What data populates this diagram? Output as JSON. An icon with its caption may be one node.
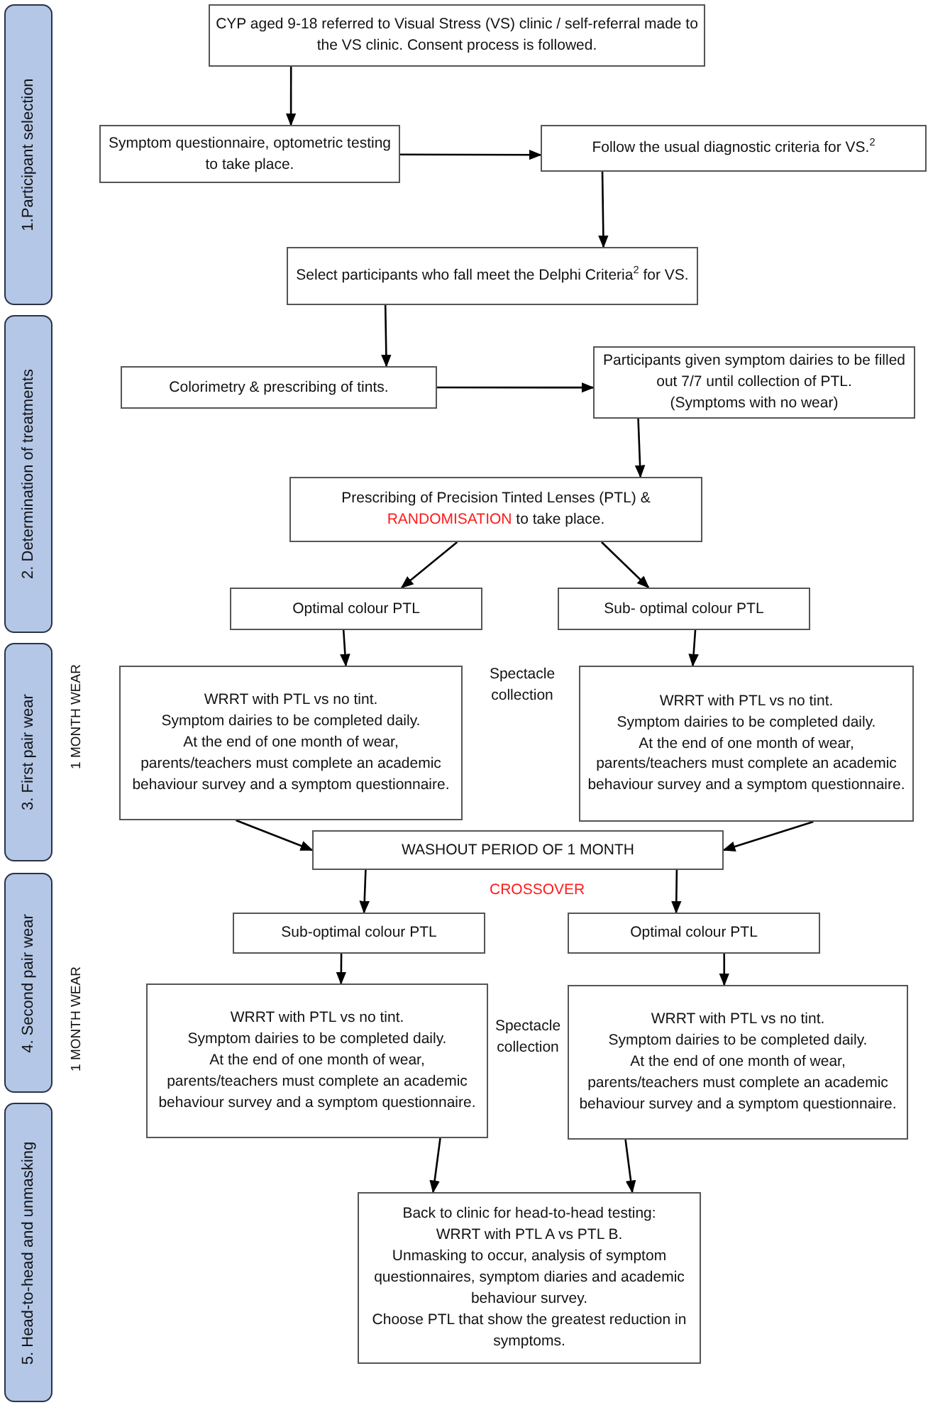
{
  "diagram": {
    "nodes": [
      {
        "text": [
          "1.Participant selection"
        ]
      },
      {
        "text": [
          "2. Determination of treatments"
        ]
      },
      {
        "text": [
          "3. First pair wear"
        ]
      },
      {
        "text": [
          "4. Second pair wear"
        ]
      },
      {
        "text": [
          "5. Head-to-head and unmasking"
        ]
      },
      {
        "text": [
          "CYP aged 9-18 referred to Visual Stress (VS) clinic / self-referral made to the VS clinic. Consent process is followed."
        ]
      },
      {
        "text": [
          "Symptom questionnaire, optometric testing to take place."
        ]
      },
      {
        "text": [
          "Follow the usual diagnostic criteria for VS.$^{2}$"
        ]
      },
      {
        "text": [
          "Select participants who fall meet the Delphi Criteria$^{2}$ for VS."
        ]
      },
      {
        "text": [
          "Colorimetry & prescribing of tints."
        ]
      },
      {
        "text": [
          "Participants given symptom dairies to be filled out 7/7 until collection of PTL.",
          "(Symptoms with no wear)"
        ]
      },
      {
        "text": [
          "Prescribing of Precision Tinted Lenses (PTL) &",
          "RANDOMISATION",
          "to take place."
        ]
      },
      {
        "text": [
          "Optimal colour PTL"
        ]
      },
      {
        "text": [
          "Sub- optimal colour PTL"
        ]
      },
      {
        "text": [
          "WRRT with PTL vs no tint.",
          "Symptom dairies to be completed daily.",
          "At the end of one month of wear, parents/teachers must complete an academic behaviour survey and a symptom questionnaire."
        ]
      },
      {
        "text": [
          "WRRT with PTL vs no tint.",
          "Symptom dairies to be completed daily.",
          "At the end of one month of wear, parents/teachers must complete an academic behaviour survey and a symptom questionnaire."
        ]
      },
      {
        "text": [
          "WASHOUT PERIOD OF 1 MONTH"
        ]
      },
      {
        "text": [
          "Sub-optimal colour PTL"
        ]
      },
      {
        "text": [
          "Optimal colour PTL"
        ]
      },
      {
        "text": [
          "WRRT with PTL vs no tint.",
          "Symptom dairies to be completed daily.",
          "At the end of one month of wear, parents/teachers must complete an academic behaviour survey and a symptom questionnaire."
        ]
      },
      {
        "text": [
          "WRRT with PTL vs no tint.",
          "Symptom dairies to be completed daily.",
          "At the end of one month of wear, parents/teachers must complete an academic behaviour survey and a symptom questionnaire."
        ]
      },
      {
        "text": [
          "Back to clinic for head-to-head testing:",
          "WRRT with PTL A vs PTL B.",
          "Unmasking to occur, analysis of symptom questionnaires, symptom diaries and academic behaviour survey.",
          "Choose PTL that show the greatest reduction in symptoms."
        ]
      }
    ],
    "edges": [
      {
        "from": 5,
        "to": 6,
        "arrow": "to"
      },
      {
        "from": 6,
        "to": 7,
        "arrow": "to"
      },
      {
        "from": 7,
        "to": 8,
        "arrow": "to"
      },
      {
        "from": 8,
        "to": 9,
        "arrow": "to"
      },
      {
        "from": 9,
        "to": 10,
        "arrow": "to"
      },
      {
        "from": 10,
        "to": 11,
        "arrow": "to"
      },
      {
        "from": 11,
        "to": 12,
        "arrow": "to"
      },
      {
        "from": 11,
        "to": 13,
        "arrow": "to"
      },
      {
        "from": 12,
        "to": 14,
        "arrow": "to"
      },
      {
        "from": 13,
        "to": 15,
        "arrow": "to"
      },
      {
        "from": 14,
        "to": 16,
        "arrow": "to"
      },
      {
        "from": 15,
        "to": 16,
        "arrow": "to"
      },
      {
        "from": 16,
        "to": 17,
        "arrow": "to"
      },
      {
        "from": 16,
        "to": 18,
        "arrow": "to"
      },
      {
        "from": 17,
        "to": 19,
        "arrow": "to"
      },
      {
        "from": 18,
        "to": 20,
        "arrow": "to"
      },
      {
        "from": 19,
        "to": 21,
        "arrow": "to"
      },
      {
        "from": 20,
        "to": 21,
        "arrow": "to"
      }
    ],
    "labels": [
      "1 MONTH WEAR",
      "Spectacle collection",
      "CROSSOVER",
      "1 MONTH WEAR",
      "Spectacle collection"
    ]
  }
}
